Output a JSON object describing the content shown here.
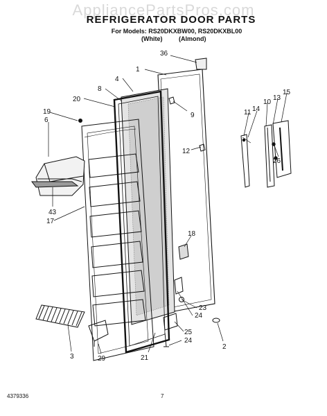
{
  "watermark": "AppliancePartsPros.com",
  "header": {
    "title": "REFRIGERATOR DOOR PARTS",
    "models": "For Models: RS20DKXBW00, RS20DKXBL00",
    "finish_white": "(White)",
    "finish_almond": "(Almond)"
  },
  "callouts": {
    "c36": "36",
    "c1": "1",
    "c4": "4",
    "c8": "8",
    "c20": "20",
    "c9": "9",
    "c19": "19",
    "c6": "6",
    "c11": "11",
    "c14": "14",
    "c10": "10",
    "c13": "13",
    "c15": "15",
    "c12": "12",
    "c26": "26",
    "c43": "43",
    "c17": "17",
    "c18": "18",
    "c23": "23",
    "c24a": "24",
    "c25": "25",
    "c24b": "24",
    "c2": "2",
    "c3": "3",
    "c29": "29",
    "c21": "21"
  },
  "footer": {
    "doc_number": "4379336",
    "page_number": "7"
  }
}
